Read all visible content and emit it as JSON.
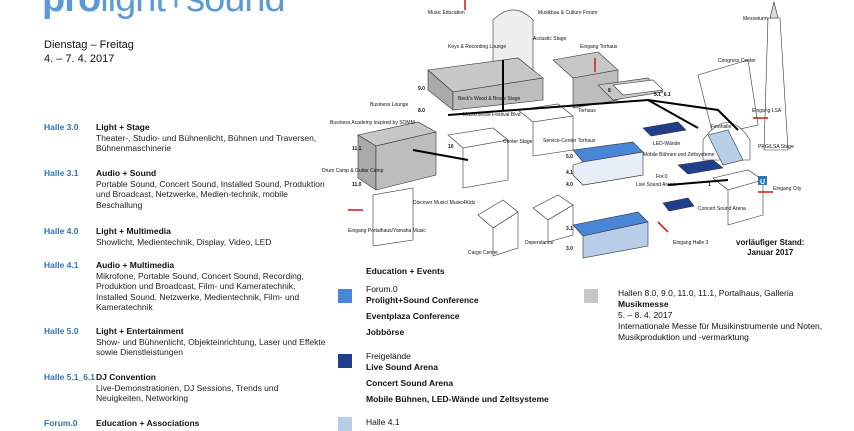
{
  "logo": {
    "bold": "pro",
    "rest": "light+sound"
  },
  "dates": {
    "days": "Dienstag – Freitag",
    "range": "4. – 7. 4. 2017"
  },
  "halls": [
    {
      "hall": "Halle 3.0",
      "title": "Light + Stage",
      "desc": "Theater-, Studio- und Bühnenlicht, Bühnen und Traversen, Bühnenmaschinerie"
    },
    {
      "hall": "Halle 3.1",
      "title": "Audio + Sound",
      "desc": "Portable Sound, Concert Sound, Installed Sound, Produktion und Broadcast, Netzwerke, Medien-technik, mobile Beschallung"
    },
    {
      "hall": "Halle 4.0",
      "title": "Light + Multimedia",
      "desc": "Showlicht, Medientechnik, Display, Video, LED"
    },
    {
      "hall": "Halle 4.1",
      "title": "Audio + Multimedia",
      "desc": "Mikrofone, Portable Sound, Concert Sound, Recording, Produktion und Broadcast, Film- und Kameratechnik, Installed Sound, Netzwerke, Medientechnik, Film- und Kameratechnik"
    },
    {
      "hall": "Halle 5.0",
      "title": "Light + Entertainment",
      "desc": "Show- und Bühnenlicht, Objekteinrichtung, Laser und Effekte sowie Dienstleistungen"
    },
    {
      "hall": "Halle 5.1_6.1",
      "title": "DJ Convention",
      "desc": "Live-Demonstrationen, DJ Sessions, Trends und Neuigkeiten, Networking"
    },
    {
      "hall": "Forum.0",
      "title": "Education + Associations",
      "desc": ""
    }
  ],
  "map": {
    "labels": {
      "music_education": "Music Education",
      "musikbau": "Musikbau & Culture Forum",
      "messeturm": "Messeturm",
      "acoustic_stage": "Acoustic Stage",
      "keys": "Keys & Recording Lounge",
      "eingang_torhaus": "Eingang Torhaus",
      "congress": "Congress Center",
      "beck": "Beck's Wood & Brass Stage",
      "musikmesse_festival": "Musikmesse Festival Blvd",
      "business_lounge": "Business Lounge",
      "business_academy": "Business Academy inspired by SOMM",
      "center_stage": "Center Stage",
      "service_center": "Service-Center Torhaus",
      "led_wande": "LED-Wände",
      "mobile_buhnen": "Mobile Bühnen und Zeltsysteme",
      "eingang_lsa": "Eingang LSA",
      "festhalle": "Festhalle",
      "prg_stage": "PRG/LSA Stage",
      "drum_camp": "Drum Camp & Guitar Camp",
      "live_sound_arena": "Live Sound Arena",
      "eingang_city": "Eingang City",
      "discover_music": "Discover Music/ Music4Kidz",
      "concert_sound_arena": "Concert Sound Arena",
      "eingang_portalhaus": "Eingang Portalhaus/Yamaha Music",
      "dependance": "Dependance",
      "cargo_center": "Cargo Center",
      "eingang_halle3": "Eingang Halle 3",
      "torhaus": "Torhaus",
      "for0": "For.0",
      "u": "U"
    },
    "levels": [
      "9.0",
      "8.0",
      "10",
      "11.1",
      "11.0",
      "5.1_6.1",
      "5.0",
      "4.1",
      "4.0",
      "3.1",
      "3.0",
      "8",
      "1"
    ]
  },
  "footnote": {
    "line1": "vorläufiger Stand:",
    "line2": "Januar 2017"
  },
  "legend": {
    "heading": "Education + Events",
    "colors": {
      "mid": "#4a86d6",
      "dark": "#1f3f8c",
      "light": "#b8cde8",
      "grey": "#c7c7c7"
    },
    "col1": [
      {
        "plain": "Forum.0",
        "bold": [
          "Prolight+Sound Conference",
          "Eventplaza Conference",
          "Jobbörse"
        ]
      },
      {
        "plain": "Freigelände",
        "bold": [
          "Live Sound Arena",
          "Concert Sound Arena",
          "Mobile Bühnen, LED-Wände und Zeltsysteme"
        ]
      },
      {
        "plain": "Halle 4.1",
        "bold": []
      }
    ],
    "col2": {
      "plain": "Hallen 8.0, 9.0, 11.0, 11.1, Portalhaus, Galleria",
      "bold": "Musikmesse",
      "dates": "5. – 8. 4. 2017",
      "desc": "Internationale Messe für Musikinstrumente und Noten, Musikproduktion und -vermarktung"
    }
  }
}
